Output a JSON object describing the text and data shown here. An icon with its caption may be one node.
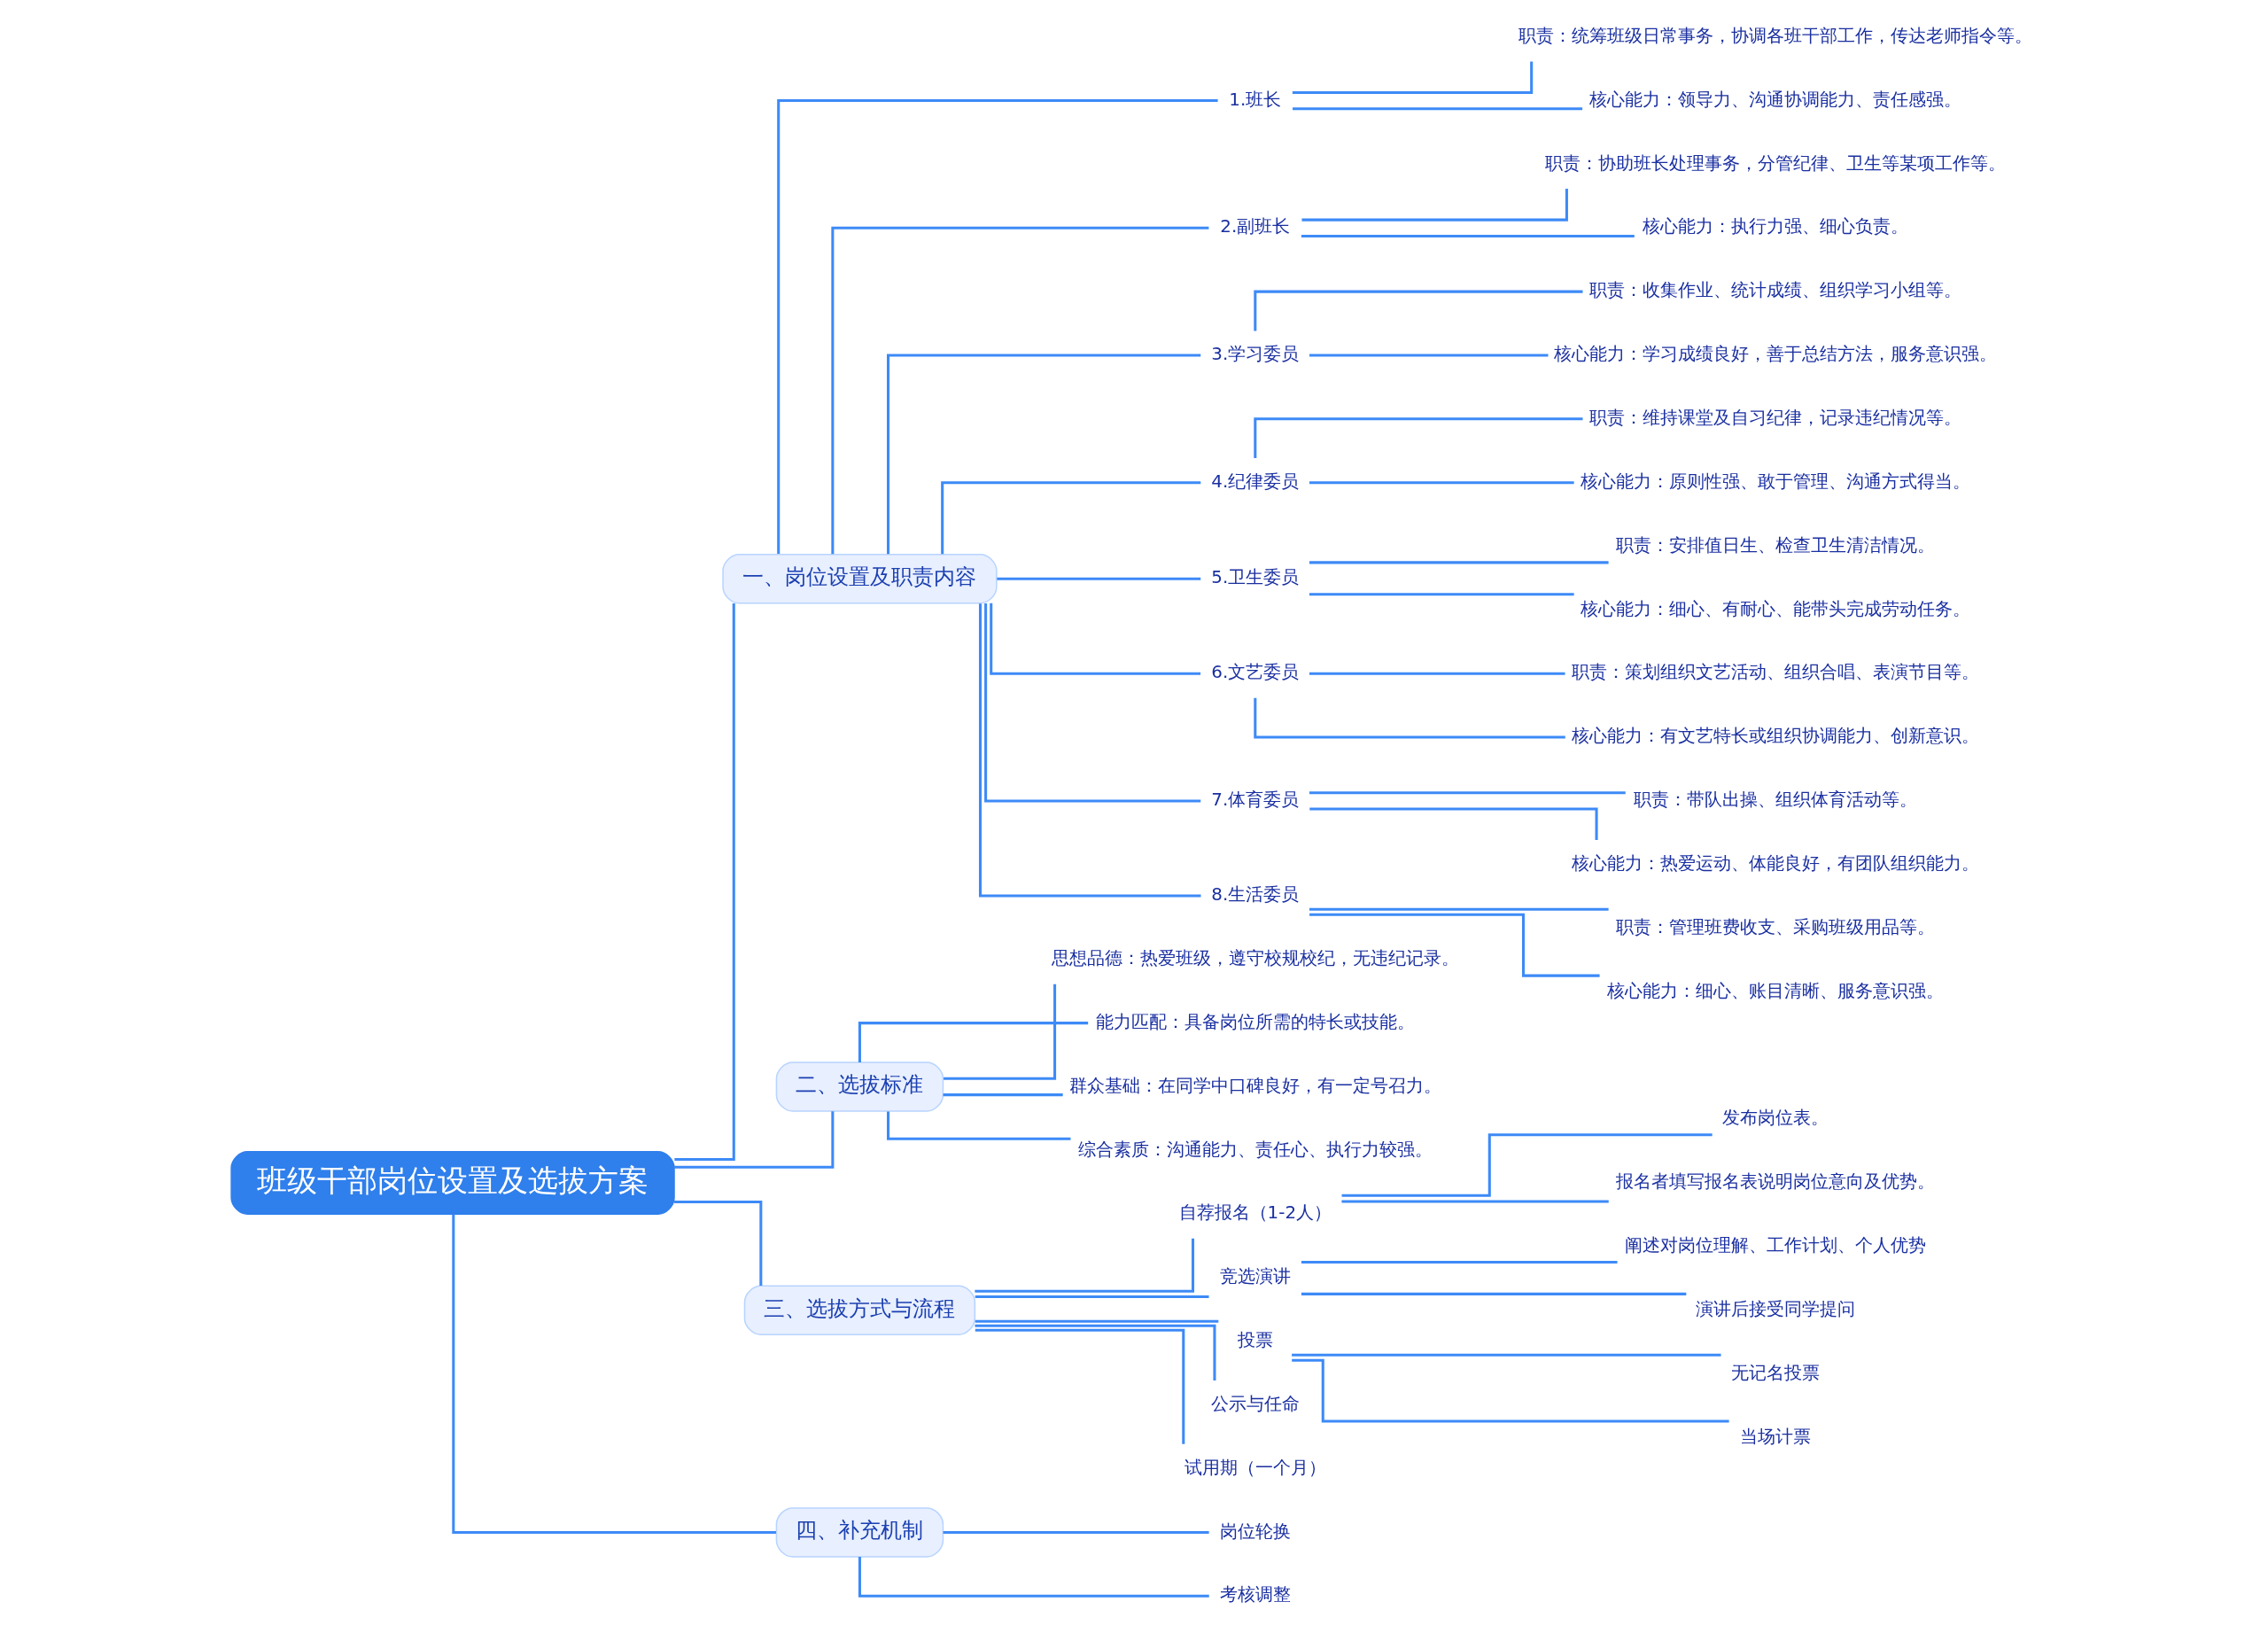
{
  "diagram": {
    "nodes": [
      {
        "text": [
          "班级干部岗位设置及选拔方案"
        ]
      },
      {
        "text": [
          "一、岗位设置及职责内容"
        ]
      },
      {
        "text": [
          "1.班长"
        ]
      },
      {
        "text": [
          "职责：统筹班级日常事务，协调各班干部工作，传达老师指令等。"
        ]
      },
      {
        "text": [
          "核心能力：领导力、沟通协调能力、责任感强。"
        ]
      },
      {
        "text": [
          "2.副班长"
        ]
      },
      {
        "text": [
          "职责：协助班长处理事务，分管纪律、卫生等某项工作等。"
        ]
      },
      {
        "text": [
          "核心能力：执行力强、细心负责。"
        ]
      },
      {
        "text": [
          "3.学习委员"
        ]
      },
      {
        "text": [
          "职责：收集作业、统计成绩、组织学习小组等。"
        ]
      },
      {
        "text": [
          "核心能力：学习成绩良好，善于总结方法，服务意识强。"
        ]
      },
      {
        "text": [
          "4.纪律委员"
        ]
      },
      {
        "text": [
          "职责：维持课堂及自习纪律，记录违纪情况等。"
        ]
      },
      {
        "text": [
          "核心能力：原则性强、敢于管理、沟通方式得当。"
        ]
      },
      {
        "text": [
          "5.卫生委员"
        ]
      },
      {
        "text": [
          "职责：安排值日生、检查卫生清洁情况。"
        ]
      },
      {
        "text": [
          "核心能力：细心、有耐心、能带头完成劳动任务。"
        ]
      },
      {
        "text": [
          "6.文艺委员"
        ]
      },
      {
        "text": [
          "职责：策划组织文艺活动、组织合唱、表演节目等。"
        ]
      },
      {
        "text": [
          "核心能力：有文艺特长或组织协调能力、创新意识。"
        ]
      },
      {
        "text": [
          "7.体育委员"
        ]
      },
      {
        "text": [
          "职责：带队出操、组织体育活动等。"
        ]
      },
      {
        "text": [
          "核心能力：热爱运动、体能良好，有团队组织能力。"
        ]
      },
      {
        "text": [
          "8.生活委员"
        ]
      },
      {
        "text": [
          "职责：管理班费收支、采购班级用品等。"
        ]
      },
      {
        "text": [
          "核心能力：细心、账目清晰、服务意识强。"
        ]
      },
      {
        "text": [
          "二、选拔标准"
        ]
      },
      {
        "text": [
          "思想品德：热爱班级，遵守校规校纪，无违纪记录。"
        ]
      },
      {
        "text": [
          "能力匹配：具备岗位所需的特长或技能。"
        ]
      },
      {
        "text": [
          "群众基础：在同学中口碑良好，有一定号召力。"
        ]
      },
      {
        "text": [
          "综合素质：沟通能力、责任心、执行力较强。"
        ]
      },
      {
        "text": [
          "三、选拔方式与流程"
        ]
      },
      {
        "text": [
          "自荐报名（1-2人）"
        ]
      },
      {
        "text": [
          "发布岗位表。"
        ]
      },
      {
        "text": [
          "报名者填写报名表说明岗位意向及优势。"
        ]
      },
      {
        "text": [
          "竞选演讲"
        ]
      },
      {
        "text": [
          "阐述对岗位理解、工作计划、个人优势"
        ]
      },
      {
        "text": [
          "演讲后接受同学提问"
        ]
      },
      {
        "text": [
          "投票"
        ]
      },
      {
        "text": [
          "无记名投票"
        ]
      },
      {
        "text": [
          "当场计票"
        ]
      },
      {
        "text": [
          "公示与任命"
        ]
      },
      {
        "text": [
          "试用期（一个月）"
        ]
      },
      {
        "text": [
          "四、补充机制"
        ]
      },
      {
        "text": [
          "岗位轮换"
        ]
      },
      {
        "text": [
          "考核调整"
        ]
      }
    ],
    "edges": [
      {
        "from": 0,
        "to": 1,
        "arrow": "none"
      },
      {
        "from": 1,
        "to": 2,
        "arrow": "none"
      },
      {
        "from": 2,
        "to": 3,
        "arrow": "none"
      },
      {
        "from": 2,
        "to": 4,
        "arrow": "none"
      },
      {
        "from": 1,
        "to": 5,
        "arrow": "none"
      },
      {
        "from": 5,
        "to": 6,
        "arrow": "none"
      },
      {
        "from": 5,
        "to": 7,
        "arrow": "none"
      },
      {
        "from": 1,
        "to": 8,
        "arrow": "none"
      },
      {
        "from": 8,
        "to": 9,
        "arrow": "none"
      },
      {
        "from": 8,
        "to": 10,
        "arrow": "none"
      },
      {
        "from": 1,
        "to": 11,
        "arrow": "none"
      },
      {
        "from": 11,
        "to": 12,
        "arrow": "none"
      },
      {
        "from": 11,
        "to": 13,
        "arrow": "none"
      },
      {
        "from": 1,
        "to": 14,
        "arrow": "none"
      },
      {
        "from": 14,
        "to": 15,
        "arrow": "none"
      },
      {
        "from": 14,
        "to": 16,
        "arrow": "none"
      },
      {
        "from": 1,
        "to": 17,
        "arrow": "none"
      },
      {
        "from": 17,
        "to": 18,
        "arrow": "none"
      },
      {
        "from": 17,
        "to": 19,
        "arrow": "none"
      },
      {
        "from": 1,
        "to": 20,
        "arrow": "none"
      },
      {
        "from": 20,
        "to": 21,
        "arrow": "none"
      },
      {
        "from": 20,
        "to": 22,
        "arrow": "none"
      },
      {
        "from": 1,
        "to": 23,
        "arrow": "none"
      },
      {
        "from": 23,
        "to": 24,
        "arrow": "none"
      },
      {
        "from": 23,
        "to": 25,
        "arrow": "none"
      },
      {
        "from": 0,
        "to": 26,
        "arrow": "none"
      },
      {
        "from": 26,
        "to": 27,
        "arrow": "none"
      },
      {
        "from": 26,
        "to": 28,
        "arrow": "none"
      },
      {
        "from": 26,
        "to": 29,
        "arrow": "none"
      },
      {
        "from": 26,
        "to": 30,
        "arrow": "none"
      },
      {
        "from": 0,
        "to": 31,
        "arrow": "none"
      },
      {
        "from": 31,
        "to": 32,
        "arrow": "none"
      },
      {
        "from": 32,
        "to": 33,
        "arrow": "none"
      },
      {
        "from": 32,
        "to": 34,
        "arrow": "none"
      },
      {
        "from": 31,
        "to": 35,
        "arrow": "none"
      },
      {
        "from": 35,
        "to": 36,
        "arrow": "none"
      },
      {
        "from": 35,
        "to": 37,
        "arrow": "none"
      },
      {
        "from": 31,
        "to": 38,
        "arrow": "none"
      },
      {
        "from": 38,
        "to": 39,
        "arrow": "none"
      },
      {
        "from": 38,
        "to": 40,
        "arrow": "none"
      },
      {
        "from": 31,
        "to": 41,
        "arrow": "none"
      },
      {
        "from": 31,
        "to": 42,
        "arrow": "none"
      },
      {
        "from": 0,
        "to": 43,
        "arrow": "none"
      },
      {
        "from": 43,
        "to": 44,
        "arrow": "none"
      },
      {
        "from": 43,
        "to": 45,
        "arrow": "none"
      }
    ]
  }
}
